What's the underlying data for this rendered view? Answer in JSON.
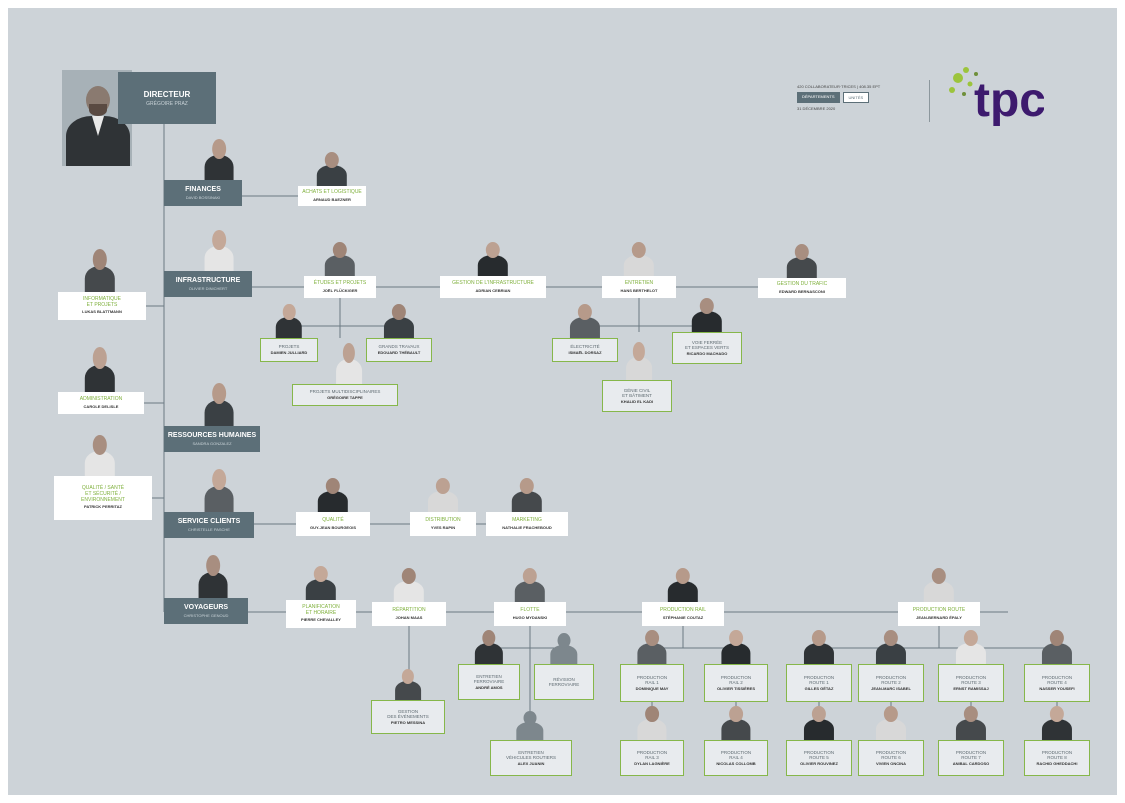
{
  "colors": {
    "sheet": "#cdd3d8",
    "dark_box": "#5c6f78",
    "green_accent": "#86b74a",
    "line": "#6b7a82",
    "logo_purple": "#3d1a6e",
    "logo_green": "#9cc43c"
  },
  "header": {
    "stats_line": "420 COLLABORATEUR·TRICES  |  408.35 EPT",
    "chip_departements": "DÉPARTEMENTS",
    "chip_unites": "UNITÉS",
    "date": "31 DÉCEMBRE 2020",
    "logo_text": "tpc",
    "logo_icon": "tpc-logo-icon"
  },
  "director": {
    "title": "DIRECTEUR",
    "name": "GRÉGOIRE PRAZ"
  },
  "nodes": [
    {
      "id": "finances",
      "style": "dark",
      "title": "FINANCES",
      "name": "DAVID BOSSINAKI"
    },
    {
      "id": "achats",
      "style": "light",
      "title": "ACHATS ET LOGISTIQUE",
      "name": "ARNAUD BAEZNER"
    },
    {
      "id": "infrastructure",
      "style": "dark",
      "title": "INFRASTRUCTURE",
      "name": "OLIVIER DINICHERT"
    },
    {
      "id": "etudes",
      "style": "light",
      "title": "ÉTUDES ET PROJETS",
      "name": "JOËL FLÜCKIGER"
    },
    {
      "id": "gestion-infra",
      "style": "light",
      "title": "GESTION DE L'INFRASTRUCTURE",
      "name": "ADRIAN CEBRIAN"
    },
    {
      "id": "entretien",
      "style": "light",
      "title": "ENTRETIEN",
      "name": "HANS BERTHELOT"
    },
    {
      "id": "gestion-trafic",
      "style": "light",
      "title": "GESTION DU TRAFIC",
      "name": "EDWARD BERNASCONI"
    },
    {
      "id": "projets",
      "style": "outlined",
      "title": "PROJETS",
      "name": "DAMIEN JULLIARD"
    },
    {
      "id": "grands-travaux",
      "style": "outlined",
      "title": "GRANDS TRAVAUX",
      "name": "EDOUARD THÉBAULT"
    },
    {
      "id": "projets-multi",
      "style": "outlined",
      "title": "PROJETS MULTIDISCIPLINAIRES",
      "name": "GRÉGOIRE TAPPE"
    },
    {
      "id": "electricite",
      "style": "outlined",
      "title": "ÉLECTRICITÉ",
      "name": "ISMAËL DORSAZ"
    },
    {
      "id": "voie-ferree",
      "style": "outlined",
      "title": "VOIE FERRÉE\nET ESPACES VERTS",
      "name": "RICARDO MACHADO"
    },
    {
      "id": "genie-civil",
      "style": "outlined",
      "title": "GÉNIE CIVIL\nET BÂTIMENT",
      "name": "KHALID EL KADI"
    },
    {
      "id": "informatique",
      "style": "light",
      "title": "INFORMATIQUE\nET PROJETS",
      "name": "LUKAS BLATTMANN"
    },
    {
      "id": "administration",
      "style": "light",
      "title": "ADMINISTRATION",
      "name": "CAROLE DELISLE"
    },
    {
      "id": "ressources",
      "style": "dark",
      "title": "RESSOURCES HUMAINES",
      "name": "SANDRA GONZALEZ"
    },
    {
      "id": "qualite-sse",
      "style": "light",
      "title": "QUALITÉ / SANTÉ\nET SÉCURITÉ /\nENVIRONNEMENT",
      "name": "PATRICK PERRITAZ"
    },
    {
      "id": "service-clients",
      "style": "dark",
      "title": "SERVICE CLIENTS",
      "name": "CHRISTELLE PASCHE"
    },
    {
      "id": "qualite",
      "style": "light",
      "title": "QUALITÉ",
      "name": "GUY-JEAN BOURGEOIS"
    },
    {
      "id": "distribution",
      "style": "light",
      "title": "DISTRIBUTION",
      "name": "YVES RAPIN"
    },
    {
      "id": "marketing",
      "style": "light",
      "title": "MARKETING",
      "name": "NATHALIE FRACHEBOUD"
    },
    {
      "id": "voyageurs",
      "style": "dark",
      "title": "VOYAGEURS",
      "name": "CHRISTOPHE GENOUD"
    },
    {
      "id": "planification",
      "style": "light",
      "title": "PLANIFICATION\nET HORAIRE",
      "name": "PIERRE CHEVALLEY"
    },
    {
      "id": "repartition",
      "style": "light",
      "title": "RÉPARTITION",
      "name": "JOHAN MAAS"
    },
    {
      "id": "flotte",
      "style": "light",
      "title": "FLOTTE",
      "name": "HUGO MYDANSKI"
    },
    {
      "id": "production-rail",
      "style": "light",
      "title": "PRODUCTION RAIL",
      "name": "STÉPHANIE COUTAZ"
    },
    {
      "id": "production-route",
      "style": "light",
      "title": "PRODUCTION ROUTE",
      "name": "JEAN-BERNARD ÉPALY"
    },
    {
      "id": "gestion-evenements",
      "style": "outlined",
      "title": "GESTION\nDES ÉVÉNEMENTS",
      "name": "PIETRO MESSINA"
    },
    {
      "id": "entretien-ferro",
      "style": "outlined",
      "title": "ENTRETIEN\nFERROVIAIRE",
      "name": "ANDRÉ AMOS"
    },
    {
      "id": "revision-ferro",
      "style": "outlined",
      "title": "RÉVISION\nFERROVIAIRE",
      "name": ""
    },
    {
      "id": "entretien-routiers",
      "style": "outlined",
      "title": "ENTRETIEN\nVÉHICULES ROUTIERS",
      "name": "ALEX JUANIN"
    },
    {
      "id": "prod-rail-1",
      "style": "outlined",
      "title": "PRODUCTION\nRAIL 1",
      "name": "DOMINIQUE MAY"
    },
    {
      "id": "prod-rail-2",
      "style": "outlined",
      "title": "PRODUCTION\nRAIL 2",
      "name": "OLIVIER TISSIÈRES"
    },
    {
      "id": "prod-rail-3",
      "style": "outlined",
      "title": "PRODUCTION\nRAIL 3",
      "name": "DYLAN LAGNIÈRE"
    },
    {
      "id": "prod-rail-4",
      "style": "outlined",
      "title": "PRODUCTION\nRAIL 4",
      "name": "NICOLAS COLLOMB"
    },
    {
      "id": "prod-route-1",
      "style": "outlined",
      "title": "PRODUCTION\nROUTE 1",
      "name": "GILLES GÉTAZ"
    },
    {
      "id": "prod-route-2",
      "style": "outlined",
      "title": "PRODUCTION\nROUTE 2",
      "name": "JEAN-MARC ISABEL"
    },
    {
      "id": "prod-route-3",
      "style": "outlined",
      "title": "PRODUCTION\nROUTE 3",
      "name": "ERNST RAMISSAJ"
    },
    {
      "id": "prod-route-4",
      "style": "outlined",
      "title": "PRODUCTION\nROUTE 4",
      "name": "NASSER YOUSEFI"
    },
    {
      "id": "prod-route-5",
      "style": "outlined",
      "title": "PRODUCTION\nROUTE 5",
      "name": "OLIVIER ROUVINEZ"
    },
    {
      "id": "prod-route-6",
      "style": "outlined",
      "title": "PRODUCTION\nROUTE 6",
      "name": "VIVIEN ONCINA"
    },
    {
      "id": "prod-route-7",
      "style": "outlined",
      "title": "PRODUCTION\nROUTE 7",
      "name": "ANIBAL CARDOSO"
    },
    {
      "id": "prod-route-8",
      "style": "outlined",
      "title": "PRODUCTION\nROUTE 8",
      "name": "RACHID GHEDDACHI"
    }
  ]
}
